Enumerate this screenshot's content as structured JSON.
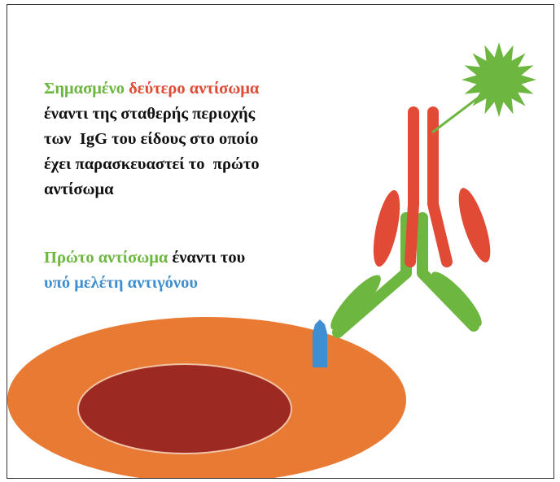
{
  "colors": {
    "green": "#6db63f",
    "red": "#e14a35",
    "blue": "#3d8fd1",
    "text": "#111111",
    "cell": "#e87a33",
    "nucleus": "#9d2a22",
    "border": "#333333"
  },
  "secondary_antibody_text": {
    "word_labeled": "Σημασμένο",
    "word_secondary": "δεύτερο αντίσωμα",
    "line2": "έναντι της σταθερής περιοχής",
    "line3": "των  IgG του είδους στο οποίο",
    "line4": "έχει παρασκευαστεί το  πρώτο",
    "line5": "αντίσωμα"
  },
  "primary_antibody_text": {
    "word_primary": "Πρώτο αντίσωμα",
    "rest_line1": " έναντι του",
    "line2": "υπό μελέτη αντιγόνου"
  }
}
